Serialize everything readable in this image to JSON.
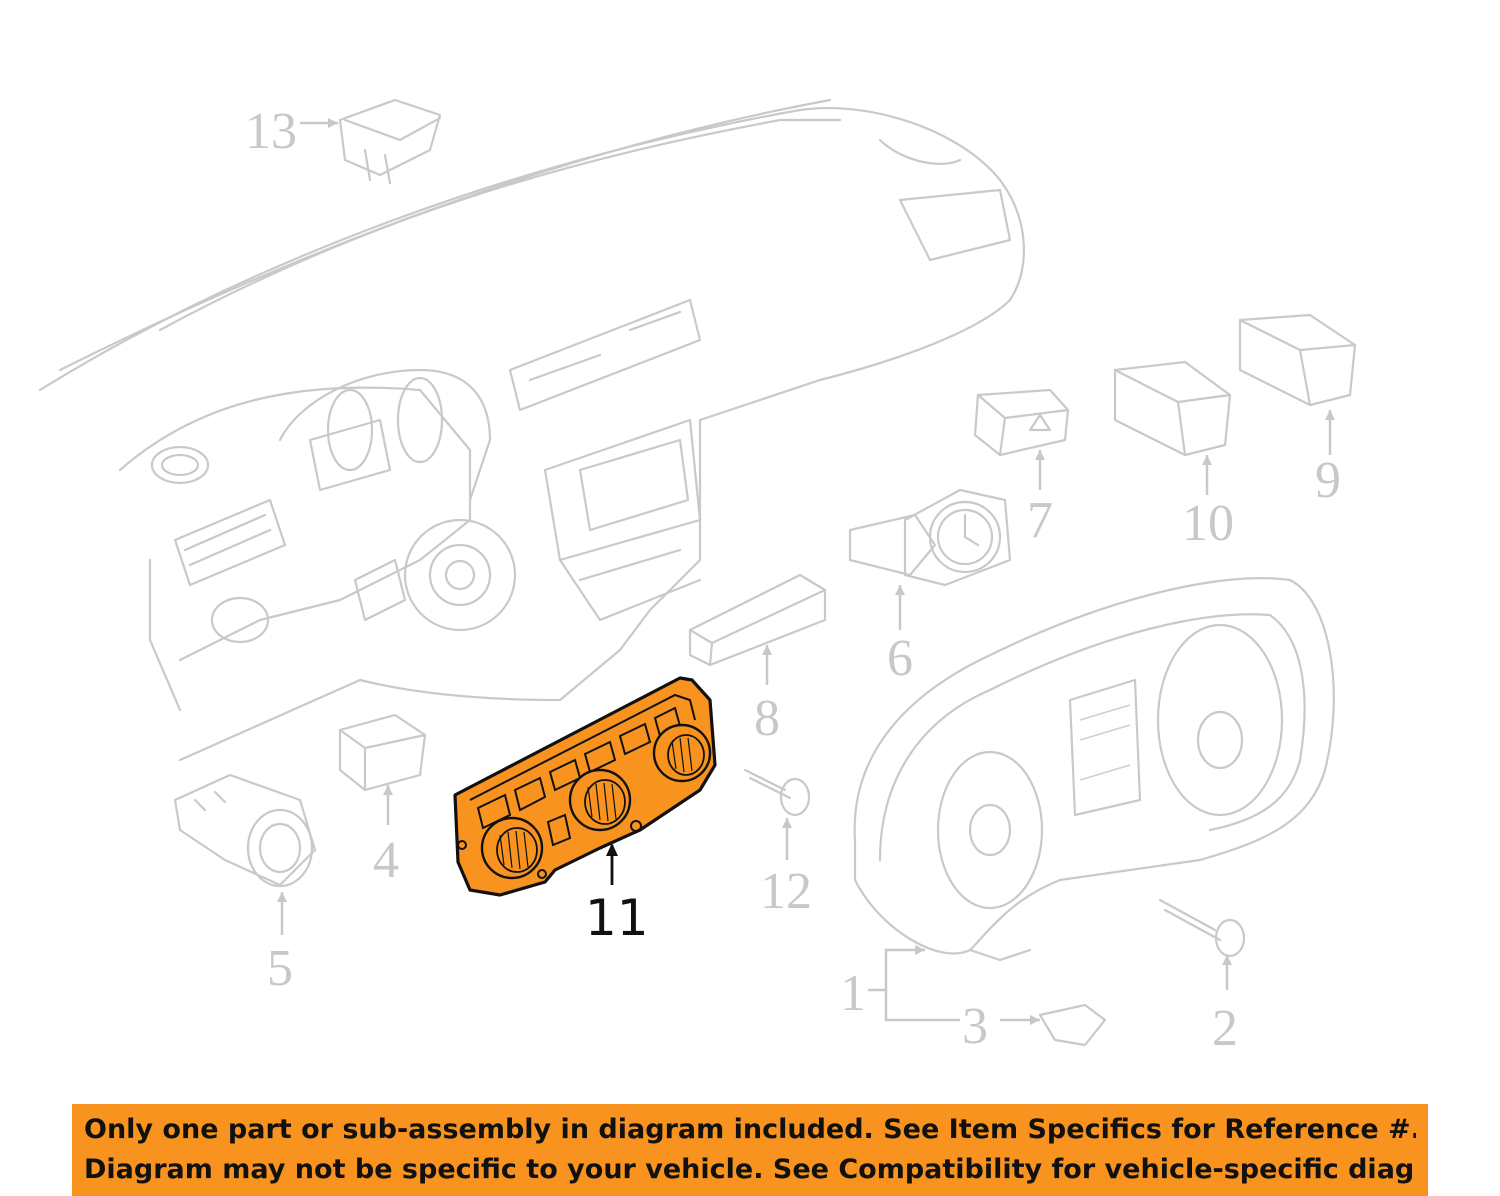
{
  "diagram": {
    "highlight_color": "#f7931e",
    "ghost_color": "#c9c9c9",
    "highlighted_part": "11",
    "callouts": [
      {
        "id": "c1",
        "label": "1"
      },
      {
        "id": "c2",
        "label": "2"
      },
      {
        "id": "c3",
        "label": "3"
      },
      {
        "id": "c4",
        "label": "4"
      },
      {
        "id": "c5",
        "label": "5"
      },
      {
        "id": "c6",
        "label": "6"
      },
      {
        "id": "c7",
        "label": "7"
      },
      {
        "id": "c8",
        "label": "8"
      },
      {
        "id": "c9",
        "label": "9"
      },
      {
        "id": "c10",
        "label": "10"
      },
      {
        "id": "c11",
        "label": "11"
      },
      {
        "id": "c12",
        "label": "12"
      },
      {
        "id": "c13",
        "label": "13"
      }
    ]
  },
  "notice": {
    "line1": "Only one part or sub-assembly in diagram included. See Item Specifics for Reference #.",
    "line2": "Diagram may not be specific to your vehicle. See Compatibility for vehicle-specific diagrams.",
    "background": "#f7931e"
  }
}
